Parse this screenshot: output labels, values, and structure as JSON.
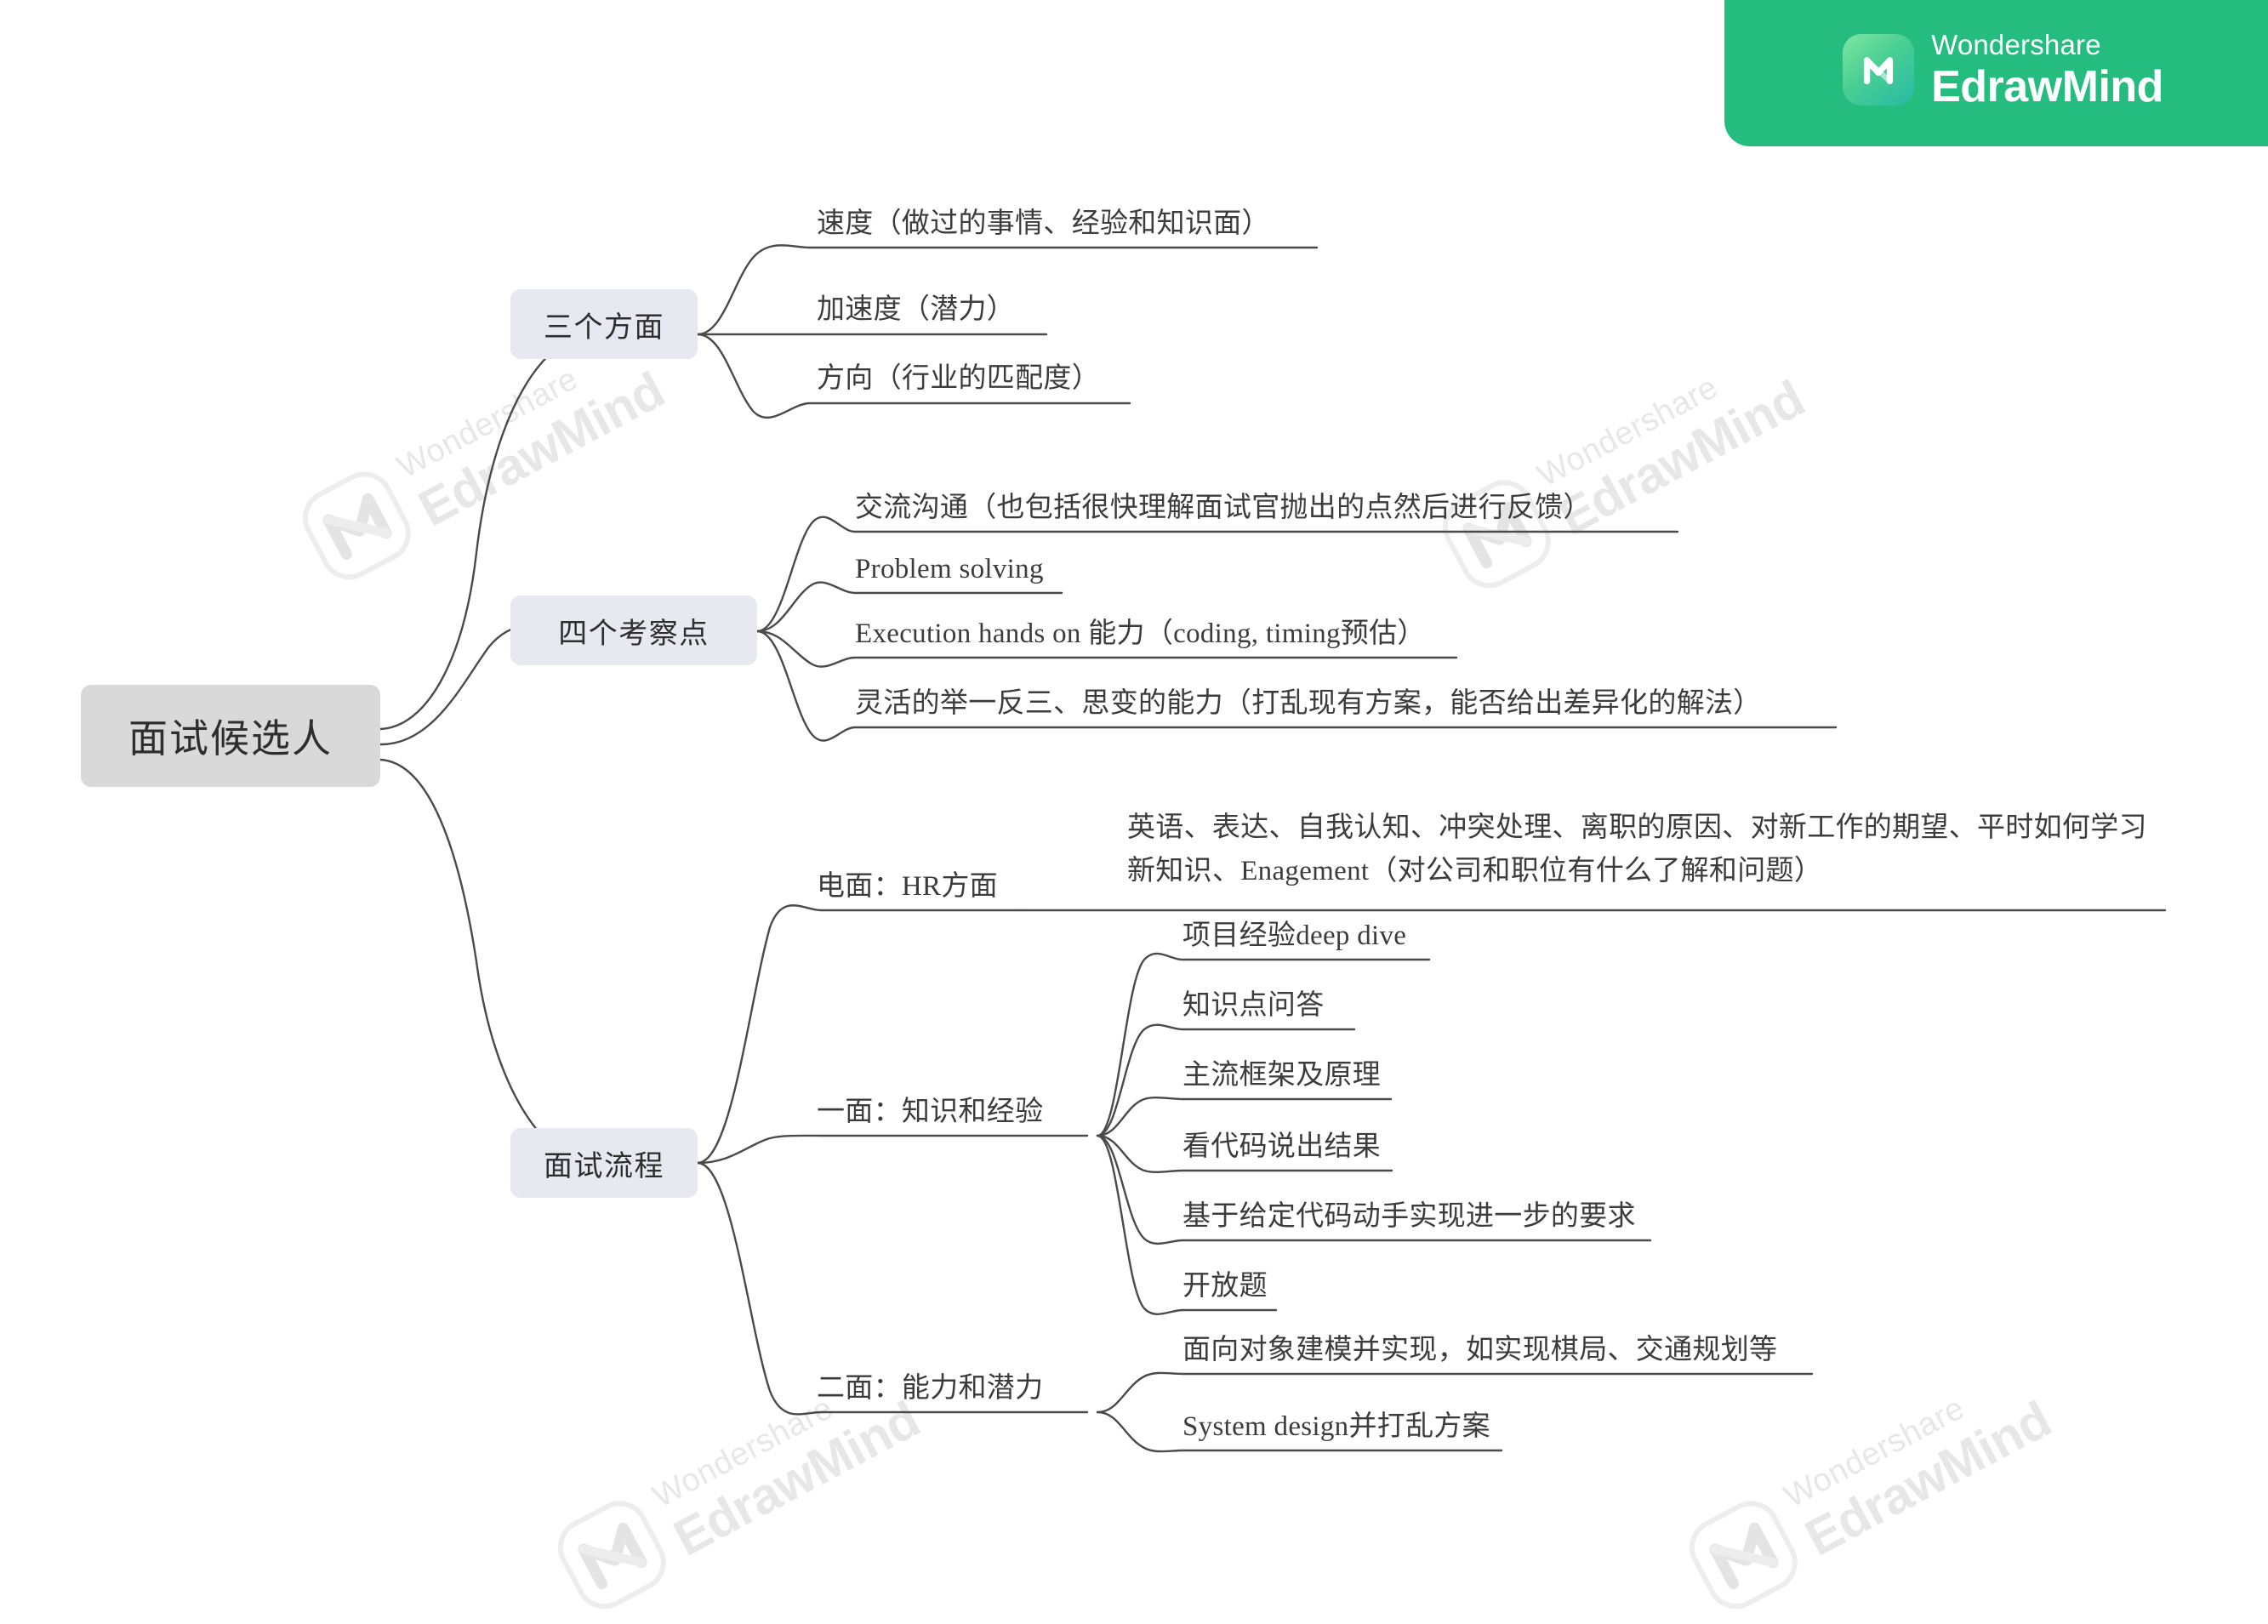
{
  "brand": {
    "banner_top": "Wondershare",
    "banner_bottom": "EdrawMind",
    "mark_icon": "edrawmind-logo-icon",
    "accent_color": "#24bd7f"
  },
  "watermark": {
    "top": "Wondershare",
    "bottom": "EdrawMind",
    "mark_icon": "edrawmind-watermark-icon",
    "color": "#e7e7e7"
  },
  "mindmap": {
    "root": {
      "label": "面试候选人",
      "fill": "#d9d9d9"
    },
    "branch_fill": "#e8e8f1",
    "line_color": "#4a4a4a",
    "branches": [
      {
        "label": "三个方面",
        "children": [
          {
            "label": "速度（做过的事情、经验和知识面）"
          },
          {
            "label": "加速度（潜力）"
          },
          {
            "label": "方向（行业的匹配度）"
          }
        ]
      },
      {
        "label": "四个考察点",
        "children": [
          {
            "label": "交流沟通（也包括很快理解面试官抛出的点然后进行反馈）"
          },
          {
            "label": "Problem solving"
          },
          {
            "label": "Execution hands on 能力（coding, timing预估）"
          },
          {
            "label": "灵活的举一反三、思变的能力（打乱现有方案，能否给出差异化的解法）"
          }
        ]
      },
      {
        "label": "面试流程",
        "children": [
          {
            "label": "电面：HR方面",
            "children": [
              {
                "label": "英语、表达、自我认知、冲突处理、离职的原因、对新工作的期望、平时如何学习新知识、Enagement（对公司和职位有什么了解和问题）"
              }
            ]
          },
          {
            "label": "一面：知识和经验",
            "children": [
              {
                "label": "项目经验deep dive"
              },
              {
                "label": "知识点问答"
              },
              {
                "label": "主流框架及原理"
              },
              {
                "label": "看代码说出结果"
              },
              {
                "label": "基于给定代码动手实现进一步的要求"
              },
              {
                "label": "开放题"
              }
            ]
          },
          {
            "label": "二面：能力和潜力",
            "children": [
              {
                "label": "面向对象建模并实现，如实现棋局、交通规划等"
              },
              {
                "label": "System design并打乱方案"
              }
            ]
          }
        ]
      }
    ]
  }
}
